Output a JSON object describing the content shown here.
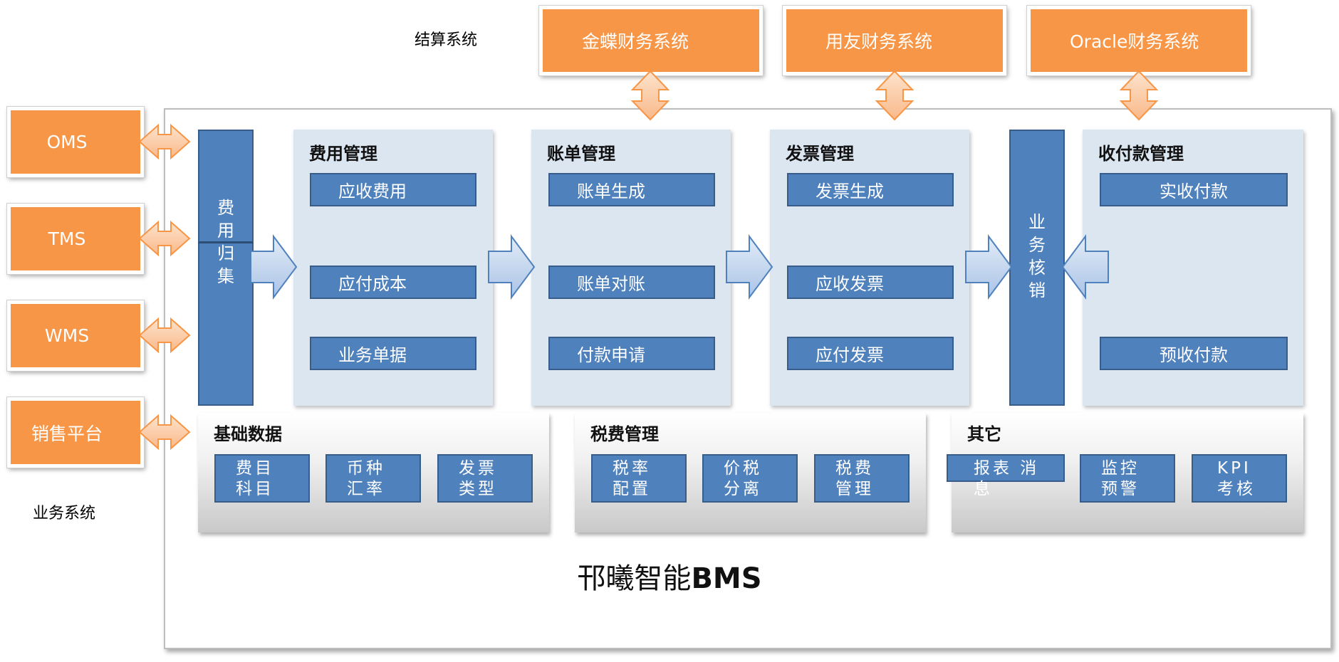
{
  "labels": {
    "settlement": "结算系统",
    "business": "业务系统"
  },
  "finance_systems": [
    "金蝶财务系统",
    "用友财务系统",
    "Oracle财务系统"
  ],
  "business_systems": [
    "OMS",
    "TMS",
    "WMS",
    "销售平台"
  ],
  "aggregation_bar": "费 用 归 集",
  "modules": [
    {
      "title": "费用管理",
      "items": [
        "应收费用",
        "应付成本",
        "业务单据"
      ]
    },
    {
      "title": "账单管理",
      "items": [
        "账单生成",
        "账单对账",
        "付款申请"
      ]
    },
    {
      "title": "发票管理",
      "items": [
        "发票生成",
        "应收发票",
        "应付发票"
      ]
    }
  ],
  "verification_bar": "业 务 核 销",
  "payment_module": {
    "title": "收付款管理",
    "items": [
      "实收付款",
      "预收付款"
    ]
  },
  "bottom_panels": [
    {
      "title": "基础数据",
      "items": [
        "费目 科目",
        "币种 汇率",
        "发票 类型"
      ]
    },
    {
      "title": "税费管理",
      "items": [
        "税率 配置",
        "价税 分离",
        "税费 管理"
      ]
    },
    {
      "title": "其它",
      "items": [
        "报表 消息",
        "监控 预警",
        "KPI 考核"
      ]
    }
  ],
  "system_title_prefix": "邗曦智能",
  "system_title_suffix": "BMS",
  "colors": {
    "orange": "#f79646",
    "dark_blue": "#4f81bd",
    "light_blue": "#dce6f1",
    "arrow_fill": "#c6d9f1"
  }
}
